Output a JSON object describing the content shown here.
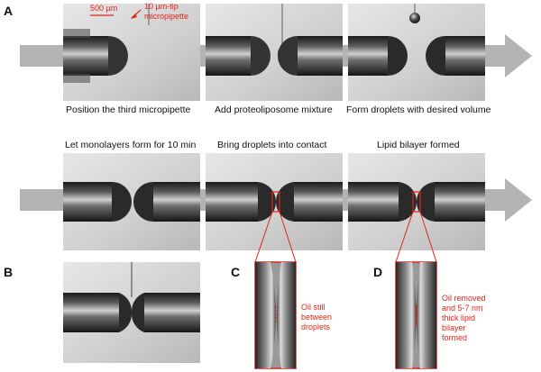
{
  "panels": {
    "a": "A",
    "b": "B",
    "c": "C",
    "d": "D"
  },
  "scale_bar": "500 µm",
  "pipette_note": {
    "line1": "10 µm-tip",
    "line2": "micropipette"
  },
  "row1_captions": [
    "Position the third micropipette",
    "Add proteoliposome mixture",
    "Form droplets with desired volume"
  ],
  "row2_captions": [
    "Let monolayers form for 10 min",
    "Bring droplets into contact",
    "Lipid bilayer formed"
  ],
  "panel_c_note": {
    "line1": "Oil still",
    "line2": "between",
    "line3": "droplets"
  },
  "panel_d_note": {
    "line1": "Oil removed",
    "line2": "and 5-7 nm",
    "line3": "thick lipid",
    "line4": "bilayer",
    "line5": "formed"
  },
  "colors": {
    "arrow": "#b3b3b3",
    "annotation": "#e0241b"
  }
}
